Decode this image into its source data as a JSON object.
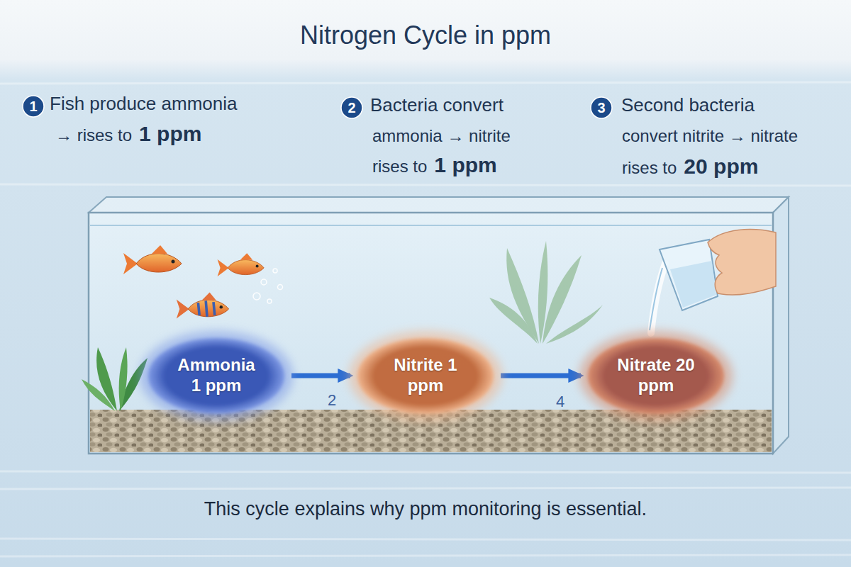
{
  "diagram": {
    "title": "Nitrogen Cycle in ppm",
    "caption": "This cycle explains why ppm monitoring is essential.",
    "nodes": [
      {
        "text": [
          "1"
        ]
      },
      {
        "text": [
          "2"
        ]
      },
      {
        "text": [
          "3"
        ]
      },
      {
        "text": [
          "Ammonia 1 ppm"
        ]
      },
      {
        "text": [
          "Nitrite 1 ppm"
        ]
      },
      {
        "text": [
          "Nitrate 20 ppm"
        ]
      }
    ],
    "edges": [
      {
        "from": 3,
        "to": 4,
        "arrow": "to"
      },
      {
        "from": 4,
        "to": 5,
        "arrow": "to"
      }
    ],
    "labels": [
      "Fish produce ammonia",
      "→ rises to",
      "1 ppm",
      "Bacteria convert",
      "ammonia → nitrite",
      "rises to",
      "1 ppm",
      "Second bacteria",
      "convert nitrite → nitrate",
      "rises to",
      "20 ppm",
      "2",
      "4"
    ]
  }
}
